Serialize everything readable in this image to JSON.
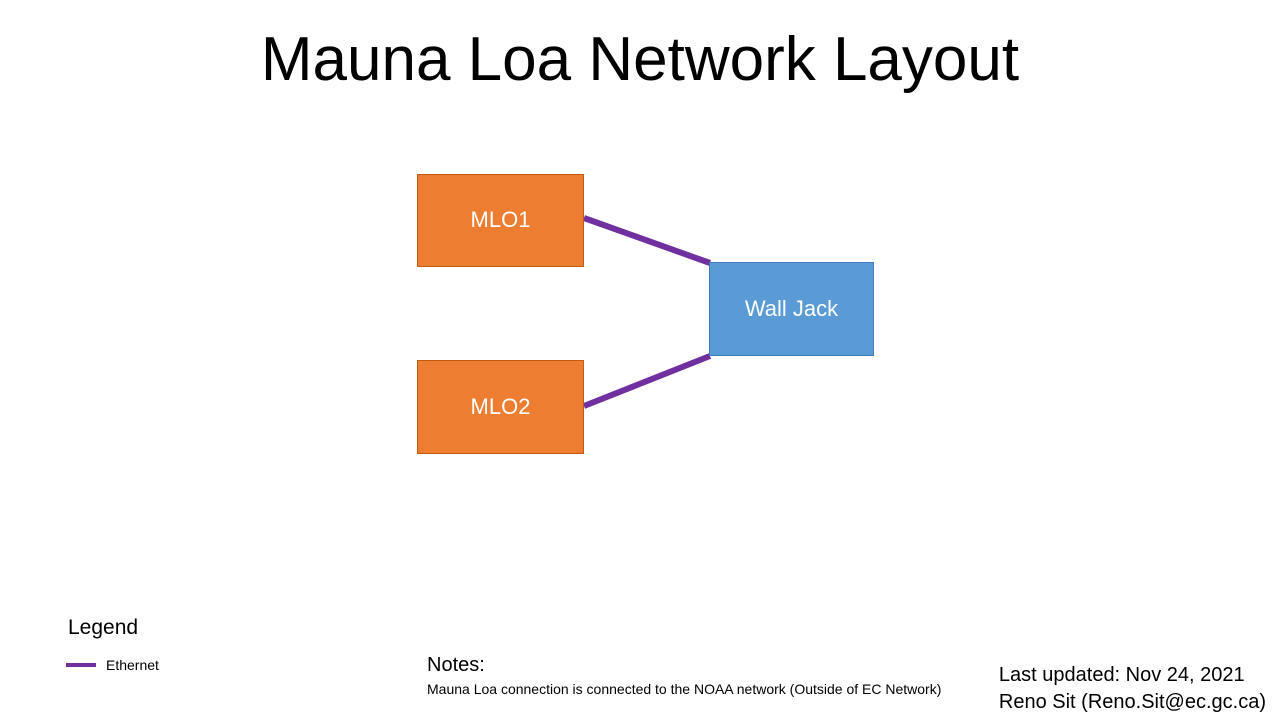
{
  "slide": {
    "title": "Mauna Loa Network Layout",
    "background_color": "#FFFFFF"
  },
  "colors": {
    "node_orange": "#ED7D31",
    "node_blue": "#5B9BD5",
    "link_purple": "#7030A0",
    "text_dark": "#000000",
    "text_light": "#FFFFFF"
  },
  "nodes": [
    {
      "id": "mlo1",
      "label": "MLO1",
      "color": "#ED7D31"
    },
    {
      "id": "mlo2",
      "label": "MLO2",
      "color": "#ED7D31"
    },
    {
      "id": "walljack",
      "label": "Wall Jack",
      "color": "#5B9BD5"
    }
  ],
  "links": [
    {
      "from": "mlo1",
      "to": "walljack",
      "type": "Ethernet",
      "color": "#7030A0"
    },
    {
      "from": "mlo2",
      "to": "walljack",
      "type": "Ethernet",
      "color": "#7030A0"
    }
  ],
  "legend": {
    "title": "Legend",
    "items": [
      {
        "label": "Ethernet",
        "color": "#7030A0",
        "style": "line"
      }
    ]
  },
  "notes": {
    "heading": "Notes:",
    "body": "Mauna Loa connection is connected to the NOAA network  (Outside of EC Network)"
  },
  "footer": {
    "last_updated": "Last updated: Nov 24, 2021",
    "author": "Reno Sit (Reno.Sit@ec.gc.ca)"
  }
}
